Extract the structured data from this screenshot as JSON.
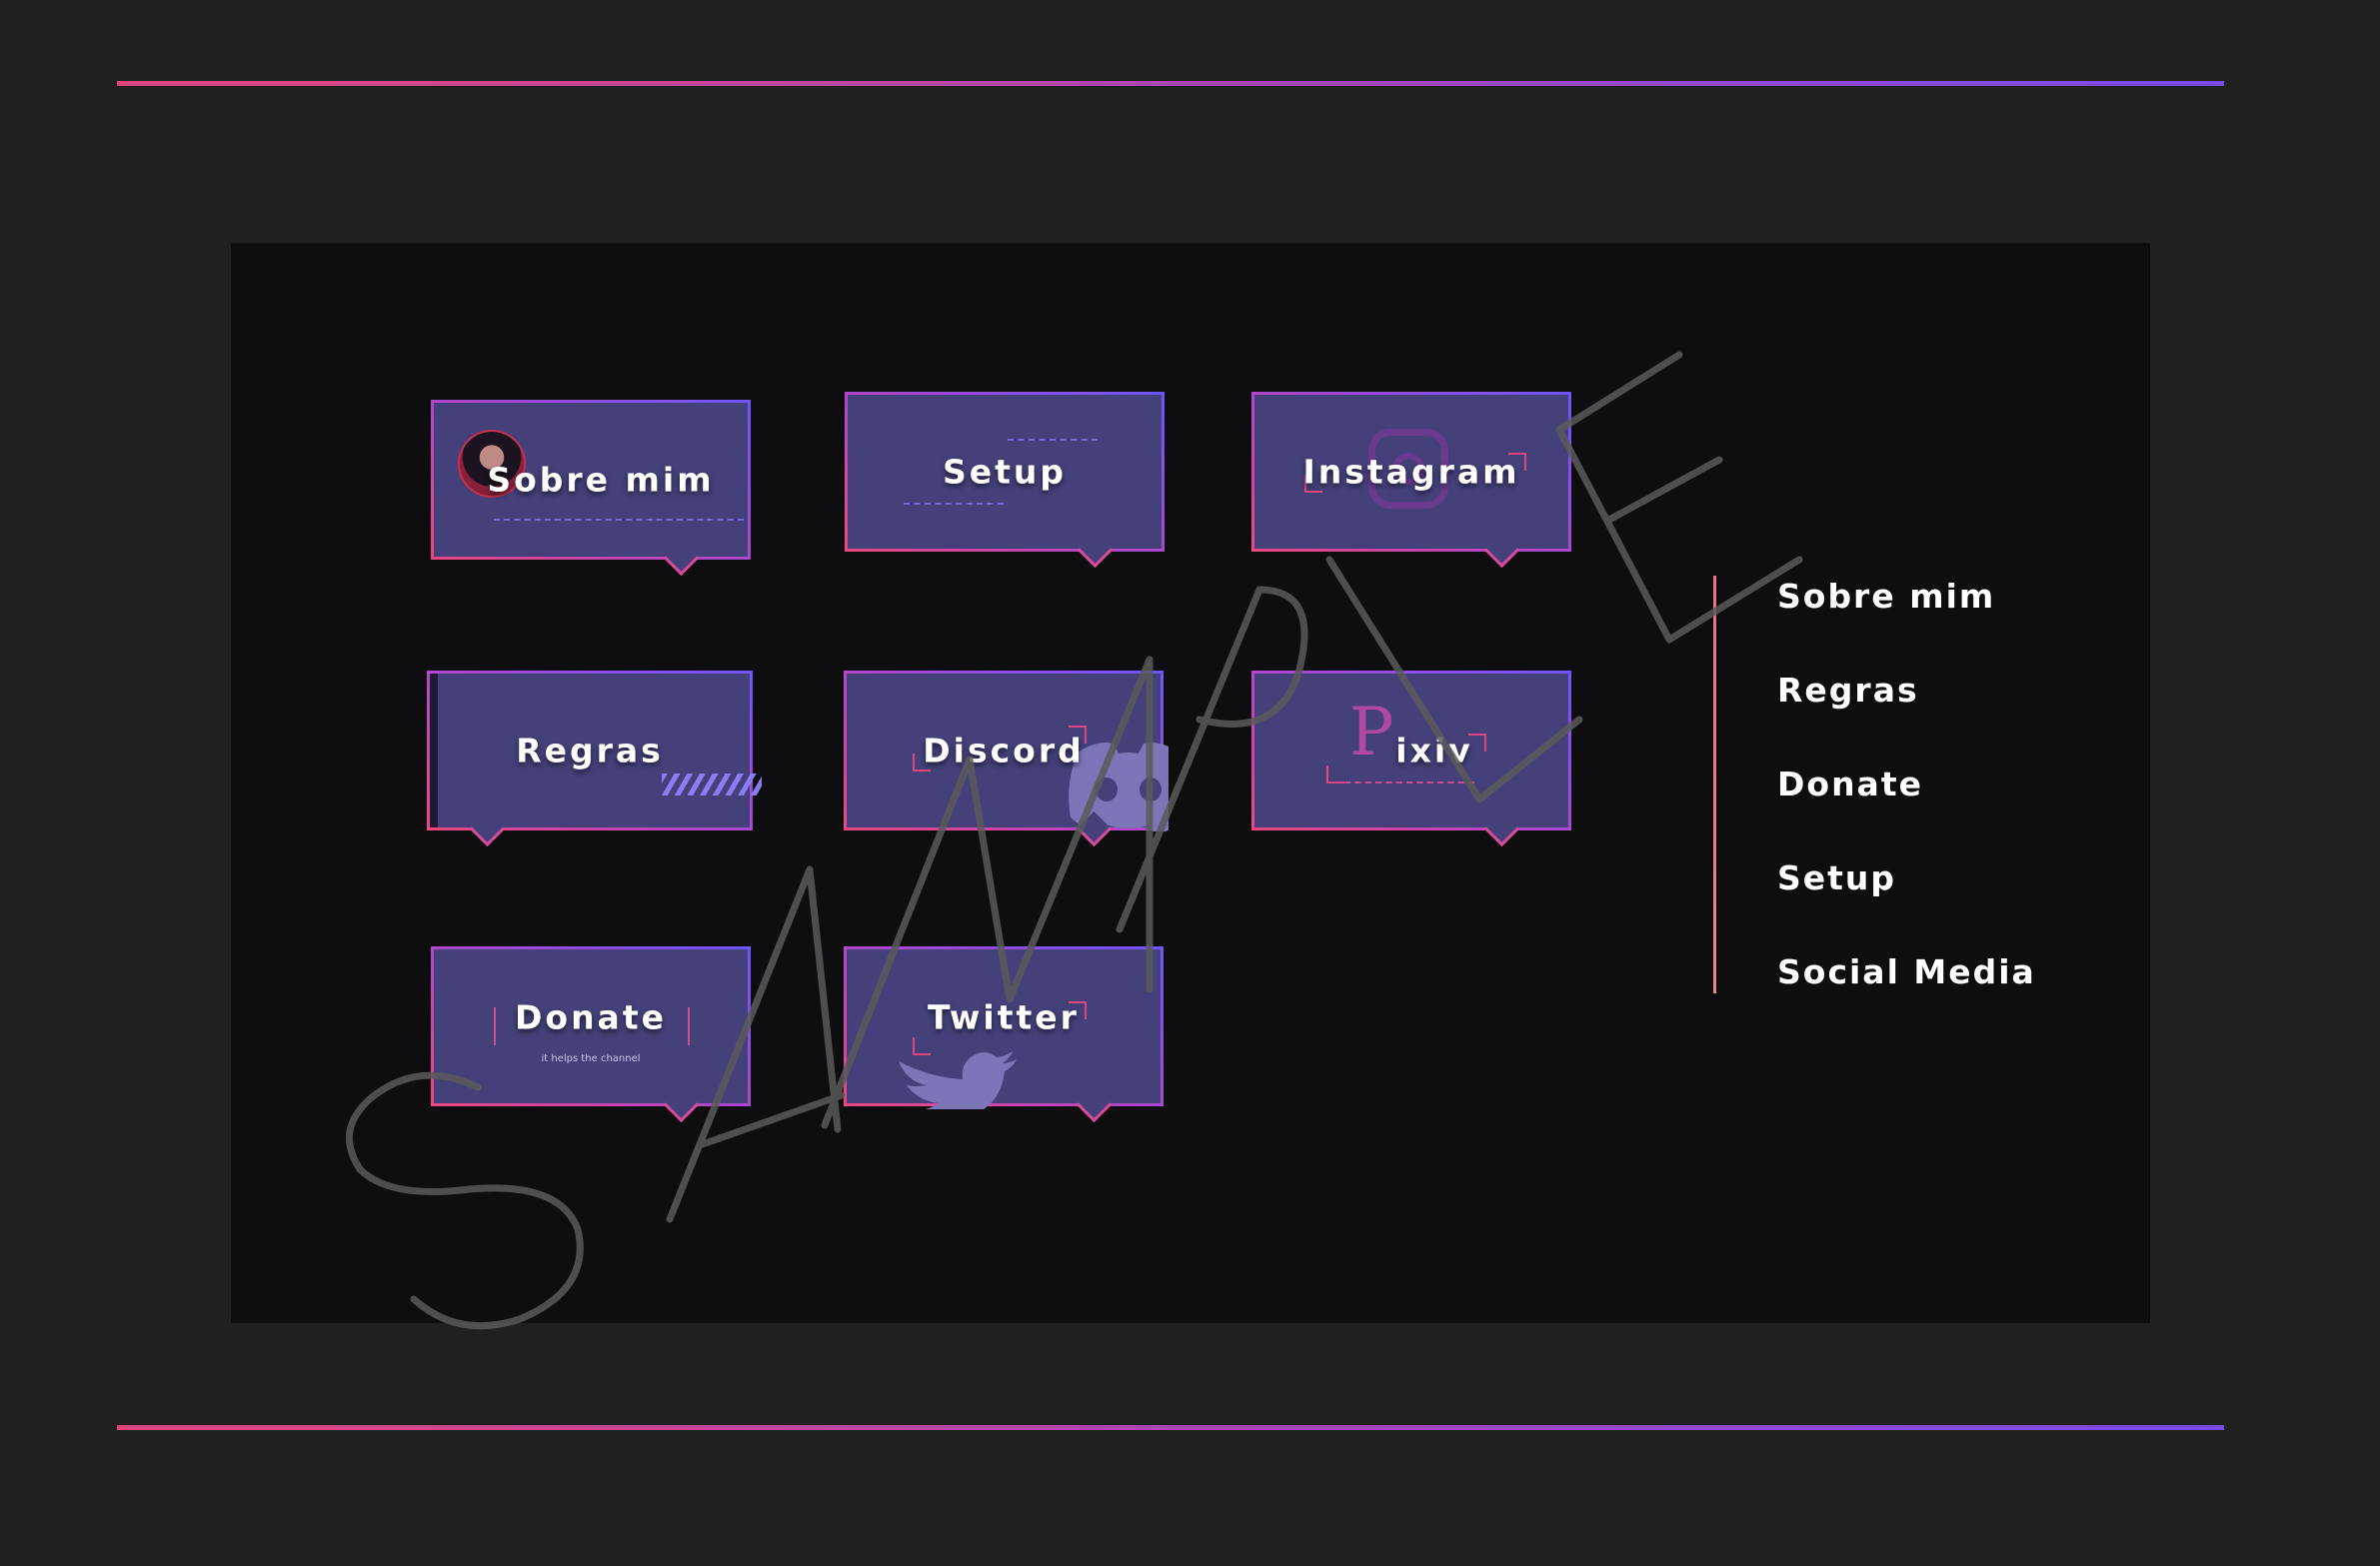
{
  "panels": {
    "sobre_mim": "Sobre mim",
    "setup": "Setup",
    "instagram": "Instagram",
    "regras": "Regras",
    "discord": "Discord",
    "pixiv": "ixiv",
    "donate": "Donate",
    "donate_sub": "it helps the channel",
    "twitter": "Twitter"
  },
  "menu": {
    "items": [
      "Sobre mim",
      "Regras",
      "Donate",
      "Setup",
      "Social Media"
    ]
  },
  "watermark": "SAMPLE",
  "colors": {
    "background": "#202020",
    "canvas": "#0e0d10",
    "panel_fill": "#44417a",
    "accent_pink": "#f0477e",
    "accent_violet": "#6d55ff"
  }
}
